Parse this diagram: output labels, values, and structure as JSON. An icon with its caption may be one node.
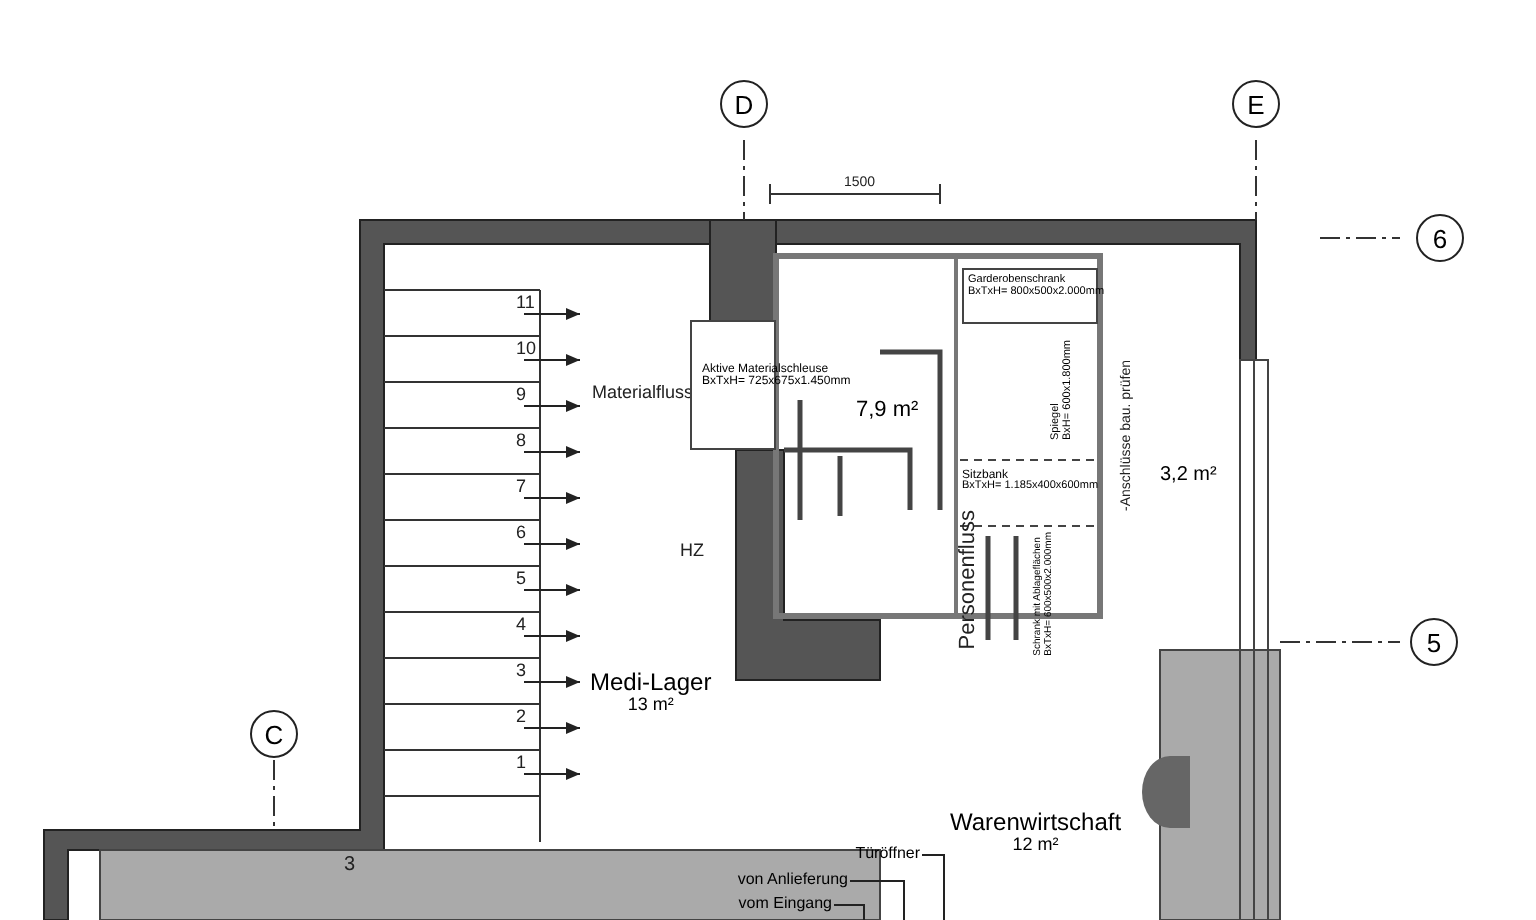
{
  "diagram": {
    "nodes": [
      {
        "text": [
          "Medi-Lager",
          "13 m²"
        ]
      },
      {
        "text": [
          "7,9 m²"
        ]
      },
      {
        "text": [
          "3,2 m²"
        ]
      },
      {
        "text": [
          "Warenwirtschaft",
          "12 m²"
        ]
      },
      {
        "text": [
          "Garderobenschrank",
          "BxTxH= 800x500x2.000mm"
        ]
      },
      {
        "text": [
          "Aktive Materialschleuse",
          "BxTxH= 725x675x1.450mm"
        ]
      },
      {
        "text": [
          "Spiegel",
          "BxH= 600x1.800mm"
        ]
      },
      {
        "text": [
          "Sitzbank",
          "BxTxH= 1.185x400x600mm"
        ]
      },
      {
        "text": [
          "Schrank mit Ablageflächen",
          "BxTxH= 600x500x2.000mm"
        ]
      },
      {
        "text": [
          "D"
        ]
      },
      {
        "text": [
          "E"
        ]
      },
      {
        "text": [
          "6"
        ]
      },
      {
        "text": [
          "5"
        ]
      },
      {
        "text": [
          "C"
        ]
      },
      {
        "text": [
          "Türöffner"
        ]
      },
      {
        "text": [
          "von Anlieferung"
        ]
      },
      {
        "text": [
          "vom Eingang"
        ]
      }
    ],
    "edges": [
      {
        "from": 14,
        "to": null,
        "arrow": "none"
      },
      {
        "from": 15,
        "to": null,
        "arrow": "none"
      },
      {
        "from": 16,
        "to": null,
        "arrow": "none"
      }
    ],
    "labels": [
      "1500",
      "11",
      "10",
      "9",
      "8",
      "7",
      "6",
      "5",
      "4",
      "3",
      "2",
      "1",
      "Materialfluss",
      "HZ",
      "Personenfluss",
      "-Anschlüsse bau. prüfen",
      "3"
    ]
  }
}
